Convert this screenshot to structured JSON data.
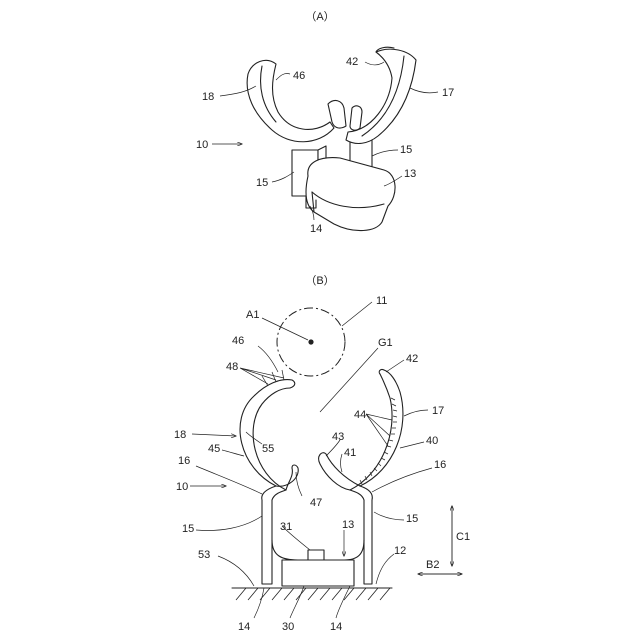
{
  "panel_a": {
    "caption": "（A）",
    "labels": {
      "l46": "46",
      "l42": "42",
      "l18": "18",
      "l17": "17",
      "l10": "10",
      "l15r": "15",
      "l15l": "15",
      "l13": "13",
      "l14": "14"
    }
  },
  "panel_b": {
    "caption": "（B）",
    "labels": {
      "l11": "11",
      "lA1": "A1",
      "l46": "46",
      "lG1": "G1",
      "l42": "42",
      "l48": "48",
      "l44": "44",
      "l17": "17",
      "l18": "18",
      "l55": "55",
      "l43": "43",
      "l40": "40",
      "l45": "45",
      "l41": "41",
      "l16l": "16",
      "l16r": "16",
      "l10": "10",
      "l47": "47",
      "lC1": "C1",
      "l15l": "15",
      "l31": "31",
      "l13": "13",
      "l15r": "15",
      "l53": "53",
      "l12": "12",
      "lB2": "B2",
      "l14l": "14",
      "l30": "30",
      "l14r": "14"
    }
  }
}
